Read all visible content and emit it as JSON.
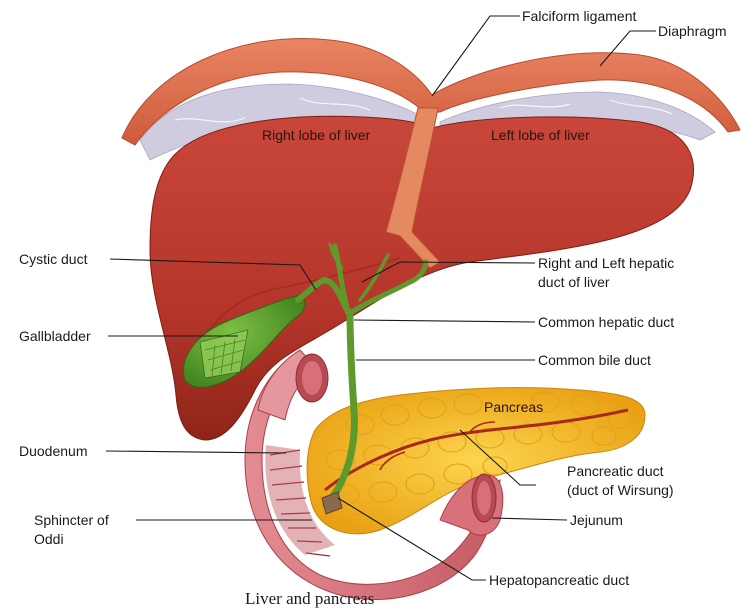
{
  "caption": "Liver and pancreas",
  "organs": {
    "right_lobe": "Right lobe of liver",
    "left_lobe": "Left lobe of liver",
    "pancreas": "Pancreas"
  },
  "labels": {
    "falciform": "Falciform ligament",
    "diaphragm": "Diaphragm",
    "cystic_duct": "Cystic duct",
    "hepatic_ducts_1": "Right and Left hepatic",
    "hepatic_ducts_2": "duct of liver",
    "gallbladder": "Gallbladder",
    "common_hepatic": "Common hepatic duct",
    "common_bile": "Common bile duct",
    "duodenum": "Duodenum",
    "pancreatic_duct_1": "Pancreatic duct",
    "pancreatic_duct_2": "(duct of Wirsung)",
    "jejunum": "Jejunum",
    "sphincter_1": "Sphincter of",
    "sphincter_2": "Oddi",
    "hepatopancreatic": "Hepatopancreatic duct"
  },
  "colors": {
    "liver": "#b8382b",
    "diaphragm": "#e2734f",
    "diaphragm_inner": "#c9c6dc",
    "bile_duct": "#5d9a2b",
    "gallbladder": "#4e9424",
    "pancreas": "#f2b31c",
    "duodenum": "#d9717a",
    "pancreatic_duct": "#a8291c"
  }
}
